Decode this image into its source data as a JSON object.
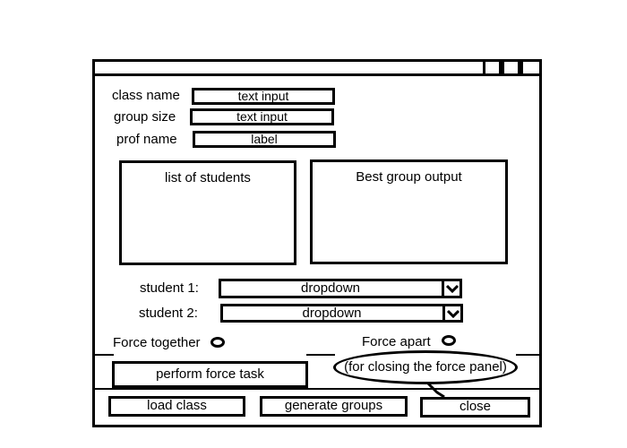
{
  "form": {
    "class_name_label": "class name",
    "class_name_field": "text input",
    "group_size_label": "group size",
    "group_size_field": "text input",
    "prof_name_label": "prof name",
    "prof_name_field": "label"
  },
  "panels": {
    "students_list": "list of students",
    "best_group_output": "Best group output"
  },
  "force": {
    "student1_label": "student 1:",
    "student1_value": "dropdown",
    "student2_label": "student 2:",
    "student2_value": "dropdown",
    "force_together_label": "Force together",
    "force_apart_label": "Force apart",
    "perform_button": "perform force task",
    "annotation": "(for closing the force panel)"
  },
  "buttons": {
    "load_class": "load class",
    "generate_groups": "generate groups",
    "close": "close"
  }
}
